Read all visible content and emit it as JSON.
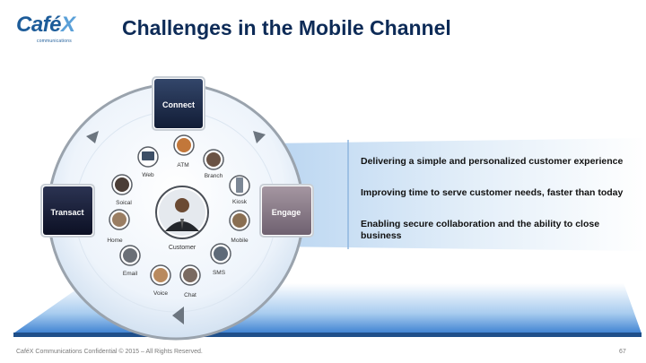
{
  "header": {
    "logo_text": "Café",
    "logo_x": "X",
    "logo_sub": "communications",
    "title": "Challenges in the Mobile Channel"
  },
  "cycle": {
    "connect": "Connect",
    "engage": "Engage",
    "transact": "Transact",
    "center_label": "Customer"
  },
  "channels": [
    {
      "label": "Web",
      "icon": "web-icon"
    },
    {
      "label": "ATM",
      "icon": "atm-icon"
    },
    {
      "label": "Branch",
      "icon": "branch-icon"
    },
    {
      "label": "Kiosk",
      "icon": "kiosk-icon"
    },
    {
      "label": "Mobile",
      "icon": "mobile-icon"
    },
    {
      "label": "SMS",
      "icon": "sms-icon"
    },
    {
      "label": "Chat",
      "icon": "chat-icon"
    },
    {
      "label": "Voice",
      "icon": "voice-icon"
    },
    {
      "label": "Email",
      "icon": "email-icon"
    },
    {
      "label": "Home",
      "icon": "home-icon"
    },
    {
      "label": "Soical",
      "icon": "social-icon"
    }
  ],
  "bullets": [
    "Delivering a simple and personalized customer experience",
    "Improving time to serve customer needs, faster than today",
    "Enabling secure collaboration and the ability to close business"
  ],
  "footer": {
    "confidential": "CaféX Communications Confidential © 2015 – All Rights Reserved.",
    "page": "67"
  },
  "colors": {
    "title": "#0d2b57",
    "connect_box": "#1b2a4a",
    "engage_box": "#8a7a86",
    "transact_box": "#161c35",
    "platform": "#4f8fd6",
    "panel": "#cfe2f5"
  }
}
